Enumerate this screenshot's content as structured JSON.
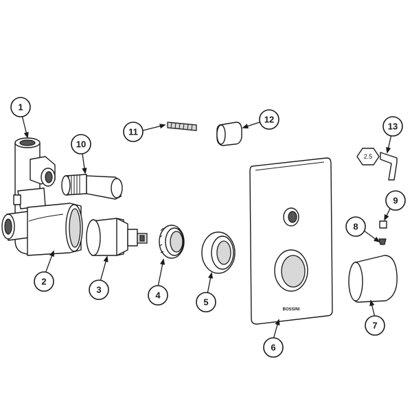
{
  "callouts": {
    "c1": "1",
    "c2": "2",
    "c3": "3",
    "c4": "4",
    "c5": "5",
    "c6": "6",
    "c7": "7",
    "c8": "8",
    "c9": "9",
    "c10": "10",
    "c11": "11",
    "c12": "12",
    "c13": "13"
  },
  "parts": {
    "hex_key_size": "2.5",
    "plate_brand": "BOSSINI"
  },
  "colors": {
    "line": "#1a1a1a",
    "shade": "#d8d8d8",
    "background": "#ffffff"
  }
}
